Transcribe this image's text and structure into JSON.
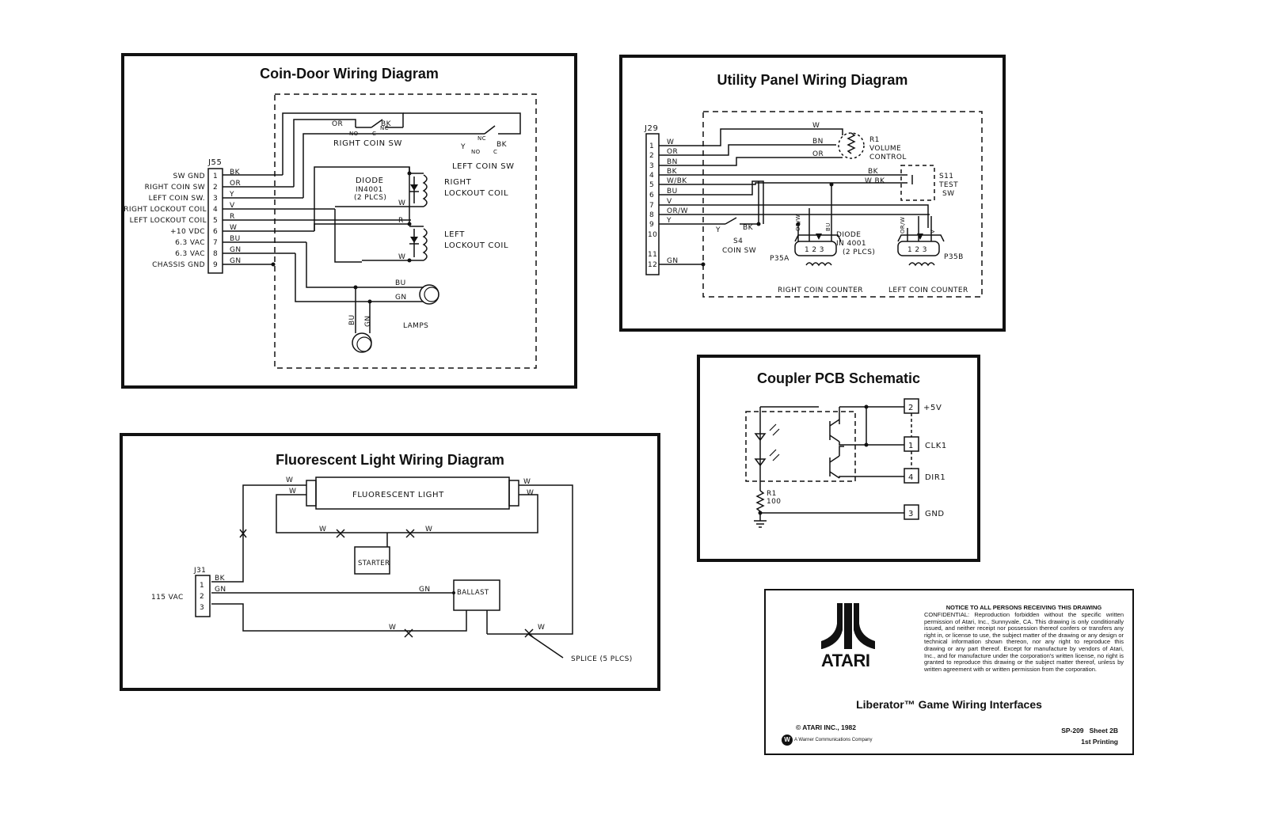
{
  "coin_door": {
    "title": "Coin-Door Wiring Diagram",
    "connector": "J55",
    "pin_labels": [
      "SW GND",
      "RIGHT COIN SW",
      "LEFT COIN SW.",
      "RIGHT LOCKOUT COIL",
      "LEFT LOCKOUT COIL",
      "+10 VDC",
      "6.3 VAC",
      "6.3 VAC",
      "CHASSIS GND"
    ],
    "pin_numbers": [
      "1",
      "2",
      "3",
      "4",
      "5",
      "6",
      "7",
      "8",
      "9"
    ],
    "wire_colors": [
      "BK",
      "OR",
      "Y",
      "V",
      "R",
      "W",
      "BU",
      "GN",
      "GN"
    ],
    "right_coin_sw": "RIGHT COIN SW",
    "left_coin_sw": "LEFT COIN SW",
    "sw_or": "OR",
    "sw_bk": "BK",
    "sw_nc": "NC",
    "sw_no": "NO",
    "sw_c": "C",
    "sw2_y": "Y",
    "sw2_bk": "BK",
    "sw2_nc": "NC",
    "sw2_no": "NO",
    "sw2_c": "C",
    "diode_label": "DIODE",
    "diode_part": "IN4001",
    "diode_plcs": "(2 PLCS)",
    "right_coil_1": "RIGHT",
    "right_coil_2": "LOCKOUT COIL",
    "left_coil_1": "LEFT",
    "left_coil_2": "LOCKOUT COIL",
    "w_label": "W",
    "r_label": "R",
    "w2_label": "W",
    "bu_label": "BU",
    "gn_label": "GN",
    "lamp_bu": "BU",
    "lamp_gn": "GN",
    "lamps": "LAMPS"
  },
  "utility_panel": {
    "title": "Utility Panel Wiring Diagram",
    "connector": "J29",
    "pin_numbers": [
      "1",
      "2",
      "3",
      "4",
      "5",
      "6",
      "7",
      "8",
      "9",
      "10",
      "11",
      "12"
    ],
    "wire_colors": [
      "W",
      "OR",
      "BN",
      "BK",
      "W/BK",
      "BU",
      "V",
      "OR/W",
      "Y",
      "",
      "",
      "GN"
    ],
    "top_w": "W",
    "bn": "BN",
    "or": "OR",
    "r1": "R1",
    "volume_1": "VOLUME",
    "volume_2": "CONTROL",
    "bk": "BK",
    "wbk": "W BK",
    "s11": "S11",
    "test_1": "TEST",
    "test_2": "SW",
    "s4_y": "Y",
    "s4_bk": "BK",
    "s4": "S4",
    "coin_sw": "COIN SW",
    "diode": "DIODE",
    "diode_part": "IN 4001",
    "diode_plcs": "(2 PLCS)",
    "p35a": "P35A",
    "p35b": "P35B",
    "pins_123": "1 2 3",
    "right_counter": "RIGHT COIN COUNTER",
    "left_counter": "LEFT COIN COUNTER",
    "orw_a": "OR/W",
    "bu_a": "BU",
    "orw_b": "OR/W",
    "v_b": "V"
  },
  "coupler": {
    "title": "Coupler PCB Schematic",
    "pins": [
      {
        "num": "2",
        "label": "+5V"
      },
      {
        "num": "1",
        "label": "CLK1"
      },
      {
        "num": "4",
        "label": "DIR1"
      },
      {
        "num": "3",
        "label": "GND"
      }
    ],
    "r1": "R1",
    "r1_val": "100"
  },
  "fluorescent": {
    "title": "Fluorescent Light Wiring Diagram",
    "tube": "FLUORESCENT LIGHT",
    "starter": "STARTER",
    "ballast": "BALLAST",
    "connector": "J31",
    "vac": "115 VAC",
    "pin_numbers": [
      "1",
      "2",
      "3"
    ],
    "bk": "BK",
    "gn": "GN",
    "gn2": "GN",
    "w": "W",
    "splice": "SPLICE (5 PLCS)"
  },
  "title_block": {
    "logo": "ATARI",
    "notice_heading": "NOTICE TO ALL PERSONS RECEIVING THIS DRAWING",
    "notice_body": "CONFIDENTIAL: Reproduction forbidden without the specific written permission of Atari, Inc., Sunnyvale, CA. This drawing is only conditionally issued, and neither receipt nor possession thereof confers or transfers any right in, or license to use, the subject matter of the drawing or any design or technical information shown thereon, nor any right to reproduce this drawing or any part thereof. Except for manufacture by vendors of Atari, Inc., and for manufacture under the corporation's written license, no right is granted to reproduce this drawing or the subject matter thereof, unless by written agreement with or written permission from the corporation.",
    "game_title": "Liberator™ Game Wiring Interfaces",
    "copyright": "© ATARI INC., 1982",
    "warner": "A Warner Communications Company",
    "sheet": "SP-209   Sheet 2B",
    "printing": "1st Printing"
  }
}
